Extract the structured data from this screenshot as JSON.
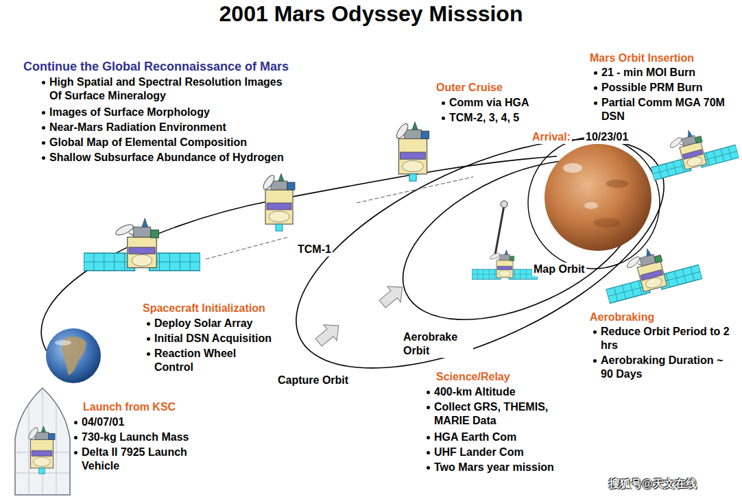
{
  "diagram": {
    "title": "2001 Mars Odyssey Misssion",
    "labels": [
      "Continue the Global Reconnaissance of Mars",
      "High Spatial and Spectral Resolution Images Of Surface Mineralogy",
      "Images of Surface Morphology",
      "Near-Mars Radiation Environment",
      "Global Map of Elemental Composition",
      "Shallow Subsurface Abundance of Hydrogen",
      "Outer Cruise",
      "Comm via HGA",
      "TCM-2, 3, 4, 5",
      "Mars Orbit Insertion",
      "21 - min MOI Burn",
      "Possible PRM Burn",
      "Partial Comm MGA 70M DSN",
      "Arrival:",
      "10/23/01",
      "TCM-1",
      "Map Orbit",
      "Spacecraft Initialization",
      "Deploy Solar Array",
      "Initial DSN Acquisition",
      "Reaction Wheel Control",
      "Aerobrake Orbit",
      "Capture Orbit",
      "Aerobraking",
      "Reduce Orbit Period to 2 hrs",
      "Aerobraking Duration ~ 90 Days",
      "Launch from KSC",
      "04/07/01",
      "730-kg Launch Mass",
      "Delta II 7925 Launch Vehicle",
      "Science/Relay",
      "400-km Altitude",
      "Collect GRS, THEMIS, MARIE Data",
      "HGA Earth Com",
      "UHF Lander Com",
      "Two Mars year mission",
      "搜狐号@天文在线"
    ]
  }
}
